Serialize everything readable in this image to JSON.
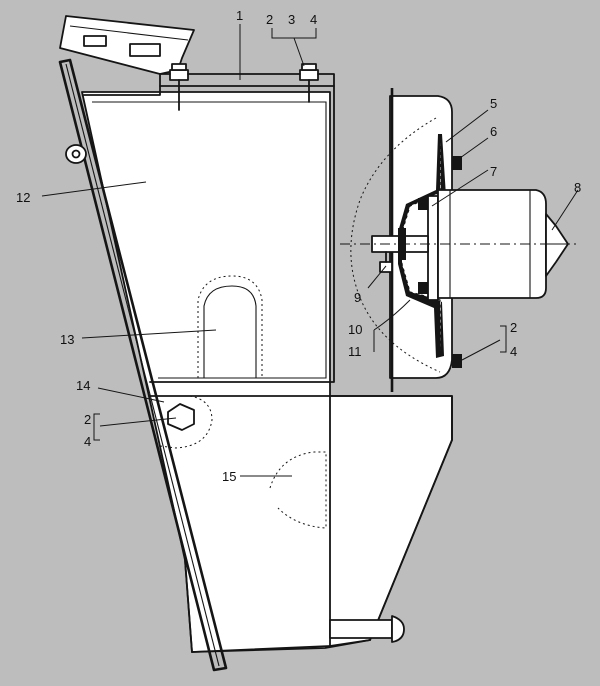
{
  "diagram": {
    "callouts": [
      {
        "id": "c1",
        "text": "1"
      },
      {
        "id": "c2a",
        "text": "2"
      },
      {
        "id": "c3",
        "text": "3"
      },
      {
        "id": "c4a",
        "text": "4"
      },
      {
        "id": "c5",
        "text": "5"
      },
      {
        "id": "c6",
        "text": "6"
      },
      {
        "id": "c7",
        "text": "7"
      },
      {
        "id": "c8",
        "text": "8"
      },
      {
        "id": "c9",
        "text": "9"
      },
      {
        "id": "c10",
        "text": "10"
      },
      {
        "id": "c11",
        "text": "11"
      },
      {
        "id": "c2b",
        "text": "2"
      },
      {
        "id": "c4b",
        "text": "4"
      },
      {
        "id": "c12",
        "text": "12"
      },
      {
        "id": "c13",
        "text": "13"
      },
      {
        "id": "c14",
        "text": "14"
      },
      {
        "id": "c2c",
        "text": "2"
      },
      {
        "id": "c4c",
        "text": "4"
      },
      {
        "id": "c15",
        "text": "15"
      }
    ]
  }
}
